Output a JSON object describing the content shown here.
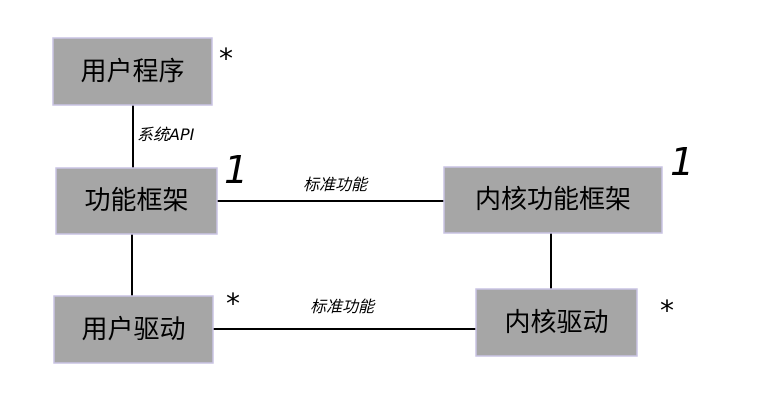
{
  "nodes": {
    "user_program": "用户程序",
    "func_framework": "功能框架",
    "kernel_func_framework": "内核功能框架",
    "user_driver": "用户驱动",
    "kernel_driver": "内核驱动"
  },
  "edges": {
    "system_api": "系统API",
    "standard_function_top": "标准功能",
    "standard_function_bottom": "标准功能"
  },
  "multiplicities": {
    "user_program": "*",
    "func_framework": "1",
    "kernel_func_framework": "1",
    "user_driver": "*",
    "kernel_driver": "*"
  },
  "colors": {
    "node_fill": "#a6a6a6",
    "node_border": "#c9c3e3",
    "line": "#000000"
  }
}
